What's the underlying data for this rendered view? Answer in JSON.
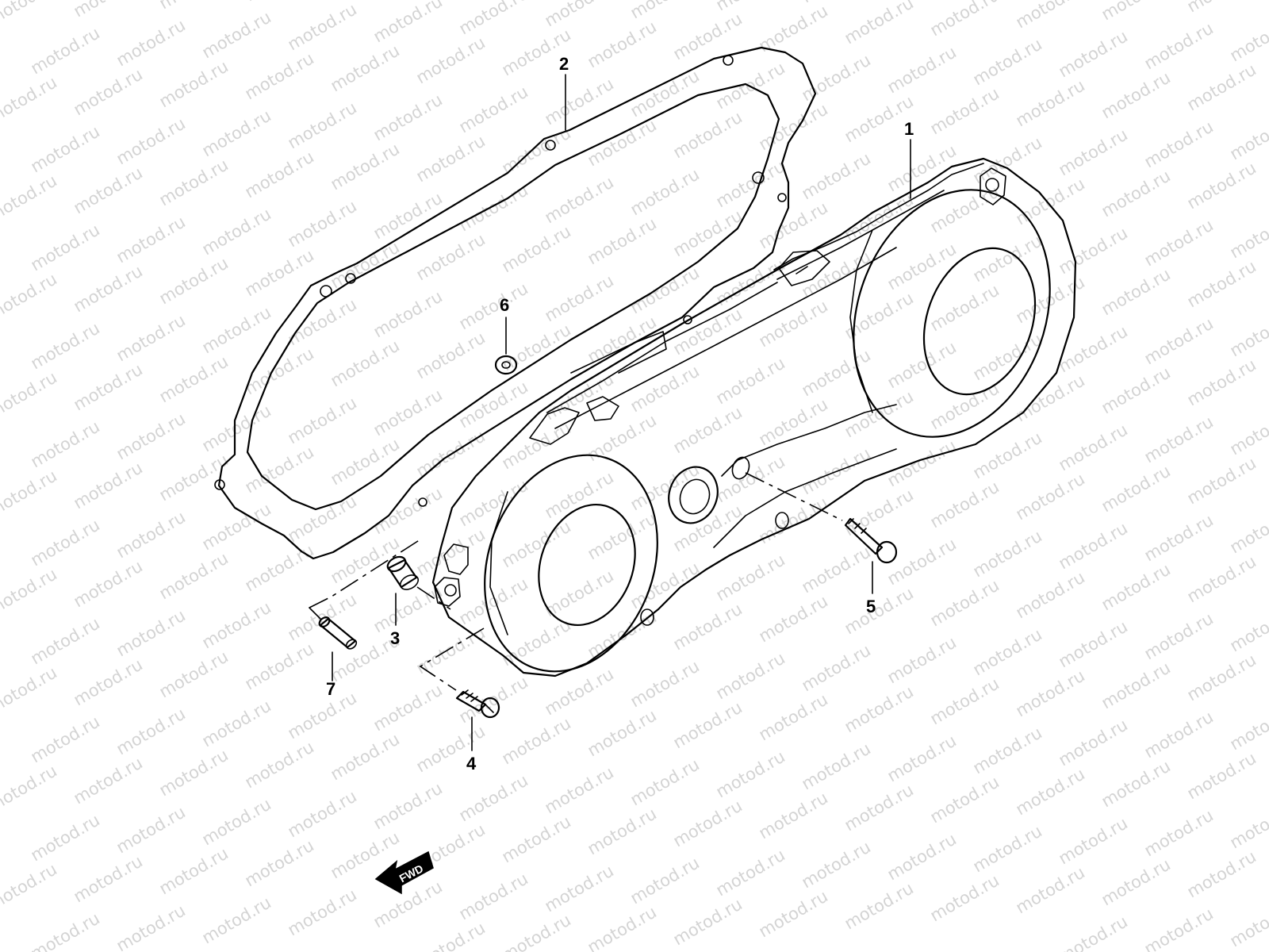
{
  "watermark": "motod.ru",
  "parts": {
    "p1": "1",
    "p2": "2",
    "p3": "3",
    "p4": "4",
    "p5": "5",
    "p6": "6",
    "p7": "7"
  },
  "direction_arrow": {
    "label": "FWD",
    "icon": "fwd-arrow-icon"
  }
}
